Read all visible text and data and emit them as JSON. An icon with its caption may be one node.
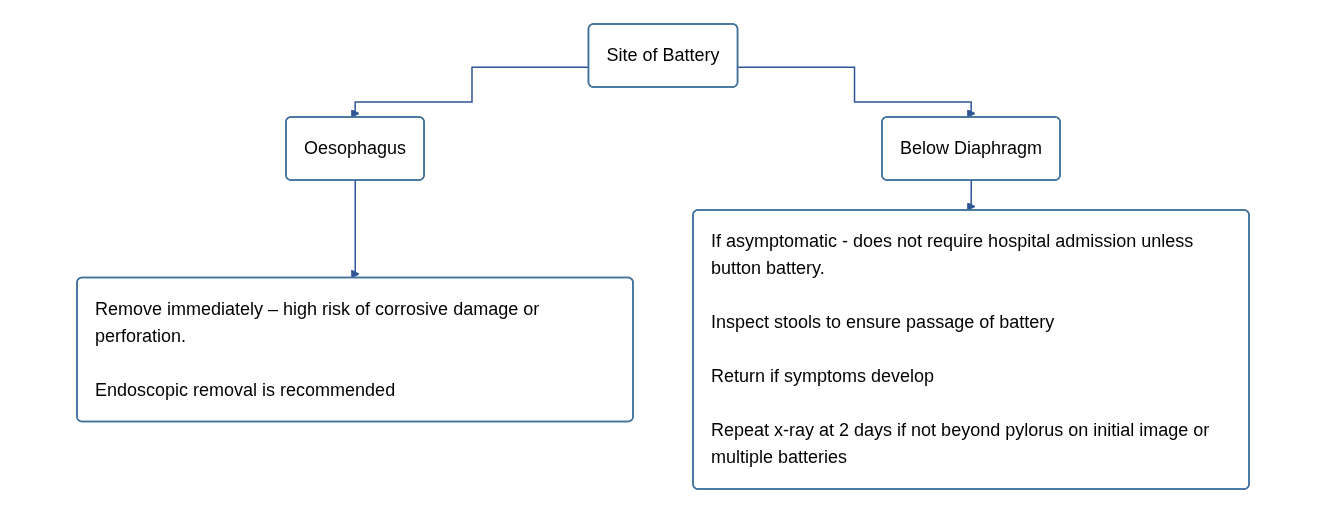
{
  "diagram": {
    "nodes": [
      {
        "text": [
          "Site of Battery"
        ]
      },
      {
        "text": [
          "Oesophagus"
        ]
      },
      {
        "text": [
          "Below Diaphragm"
        ]
      },
      {
        "text": [
          "Remove immediately – high risk of corrosive damage or perforation.",
          "Endoscopic removal is recommended"
        ]
      },
      {
        "text": [
          "If asymptomatic - does not require hospital admission unless button battery.",
          "Inspect stools to ensure passage of battery",
          "Return if symptoms develop",
          "Repeat x-ray at 2 days if not beyond pylorus on initial image or multiple batteries"
        ]
      }
    ],
    "edges": [
      {
        "from": 0,
        "to": 1,
        "arrow": "to"
      },
      {
        "from": 0,
        "to": 2,
        "arrow": "to"
      },
      {
        "from": 1,
        "to": 3,
        "arrow": "to"
      },
      {
        "from": 2,
        "to": 4,
        "arrow": "to"
      }
    ]
  }
}
